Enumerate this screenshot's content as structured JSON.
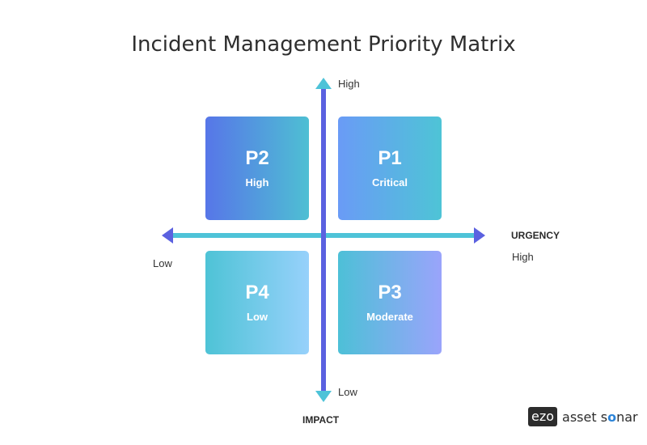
{
  "title": "Incident Management Priority Matrix",
  "axes": {
    "vertical": {
      "name": "IMPACT",
      "high": "High",
      "low": "Low",
      "color": "#5b61e0"
    },
    "horizontal": {
      "name": "URGENCY",
      "high": "High",
      "low": "Low",
      "color": "#4ec3d8"
    }
  },
  "quadrants": {
    "p2": {
      "code": "P2",
      "level": "High"
    },
    "p1": {
      "code": "P1",
      "level": "Critical"
    },
    "p4": {
      "code": "P4",
      "level": "Low"
    },
    "p3": {
      "code": "P3",
      "level": "Moderate"
    }
  },
  "logo": {
    "mark": "ezo",
    "brand_a": "asset",
    "brand_o": "o",
    "brand_s": "s",
    "brand_nar": "nar"
  }
}
